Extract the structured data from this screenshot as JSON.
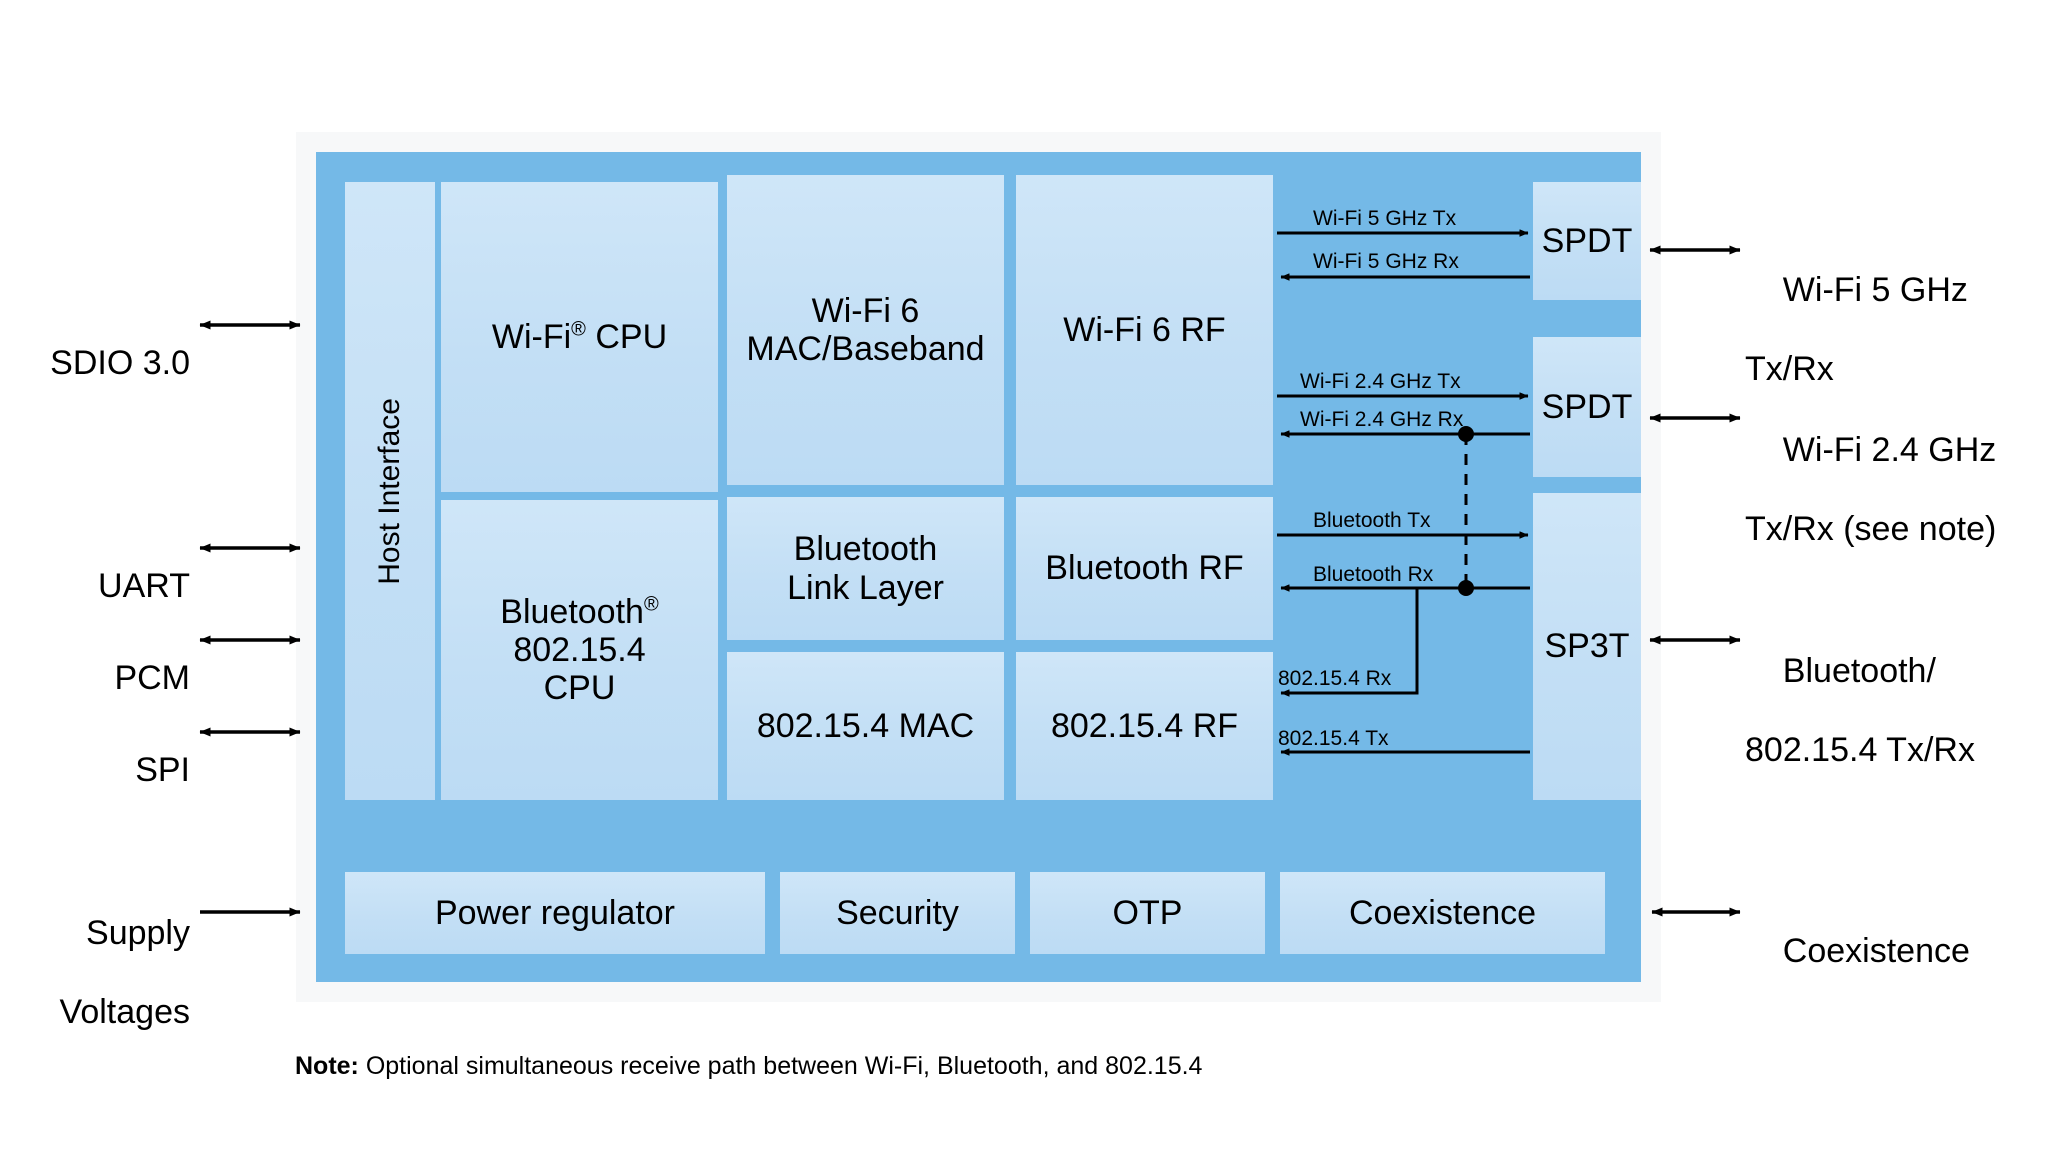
{
  "diagram": {
    "title": "Wi-Fi 6 / Bluetooth / 802.15.4 combo SoC block diagram",
    "colors": {
      "chip_fill": "#74b9e7",
      "block_fill": "#c9e3f7",
      "plate_fill": "#f7f8f9",
      "line": "#000000"
    }
  },
  "host": {
    "interface_label": "Host Interface",
    "ports": [
      {
        "name": "SDIO 3.0",
        "label": "SDIO 3.0",
        "direction": "bidirectional"
      },
      {
        "name": "UART",
        "label": "UART",
        "direction": "bidirectional"
      },
      {
        "name": "PCM",
        "label": "PCM",
        "direction": "bidirectional"
      },
      {
        "name": "SPI",
        "label": "SPI",
        "direction": "bidirectional"
      }
    ]
  },
  "core_blocks": {
    "wifi_cpu": "Wi-Fi® CPU",
    "wifi_mac": "Wi-Fi 6\nMAC/Baseband",
    "wifi_rf": "Wi-Fi 6 RF",
    "bt_cpu": "Bluetooth®\n802.15.4\nCPU",
    "bt_link": "Bluetooth\nLink Layer",
    "bt_rf": "Bluetooth RF",
    "mac_154": "802.15.4 MAC",
    "rf_154": "802.15.4 RF"
  },
  "core_blocks_lines": {
    "wifi_cpu": [
      "Wi-Fi® CPU"
    ],
    "wifi_mac_l1": "Wi-Fi 6",
    "wifi_mac_l2": "MAC/Baseband",
    "wifi_rf": "Wi-Fi 6 RF",
    "bt_cpu_l1": "Bluetooth®",
    "bt_cpu_l2": "802.15.4",
    "bt_cpu_l3": "CPU",
    "bt_link_l1": "Bluetooth",
    "bt_link_l2": "Link Layer",
    "bt_rf": "Bluetooth RF",
    "mac_154": "802.15.4 MAC",
    "rf_154": "802.15.4 RF"
  },
  "switches": [
    {
      "name": "spdt-5ghz",
      "label": "SPDT"
    },
    {
      "name": "spdt-24ghz",
      "label": "SPDT"
    },
    {
      "name": "sp3t-bt-154",
      "label": "SP3T"
    }
  ],
  "internal_signals": [
    {
      "name": "wifi-5ghz-tx",
      "label": "Wi-Fi 5 GHz Tx",
      "direction": "right"
    },
    {
      "name": "wifi-5ghz-rx",
      "label": "Wi-Fi 5 GHz Rx",
      "direction": "left"
    },
    {
      "name": "wifi-24ghz-tx",
      "label": "Wi-Fi 2.4 GHz Tx",
      "direction": "right"
    },
    {
      "name": "wifi-24ghz-rx",
      "label": "Wi-Fi 2.4 GHz Rx",
      "direction": "left"
    },
    {
      "name": "bluetooth-tx",
      "label": "Bluetooth Tx",
      "direction": "right"
    },
    {
      "name": "bluetooth-rx",
      "label": "Bluetooth Rx",
      "direction": "left"
    },
    {
      "name": "802154-rx",
      "label": "802.15.4 Rx",
      "direction": "left"
    },
    {
      "name": "802154-tx",
      "label": "802.15.4 Tx",
      "direction": "left"
    }
  ],
  "antenna_ports": [
    {
      "name": "wifi-5ghz",
      "l1": "Wi-Fi 5 GHz",
      "l2": "Tx/Rx",
      "direction": "bidirectional"
    },
    {
      "name": "wifi-24ghz",
      "l1": "Wi-Fi 2.4 GHz",
      "l2": "Tx/Rx (see note)",
      "direction": "bidirectional"
    },
    {
      "name": "bt-154",
      "l1": "Bluetooth/",
      "l2": "802.15.4 Tx/Rx",
      "direction": "bidirectional"
    }
  ],
  "bottom_blocks": [
    {
      "name": "power-regulator",
      "label": "Power regulator"
    },
    {
      "name": "security",
      "label": "Security"
    },
    {
      "name": "otp",
      "label": "OTP"
    },
    {
      "name": "coexistence",
      "label": "Coexistence"
    }
  ],
  "bottom_ports": {
    "supply_l1": "Supply",
    "supply_l2": "Voltages",
    "supply_direction": "right",
    "coexistence_label": "Coexistence",
    "coexistence_direction": "bidirectional"
  },
  "note": {
    "prefix": "Note:",
    "text": " Optional simultaneous receive path between Wi-Fi, Bluetooth, and 802.15.4"
  }
}
